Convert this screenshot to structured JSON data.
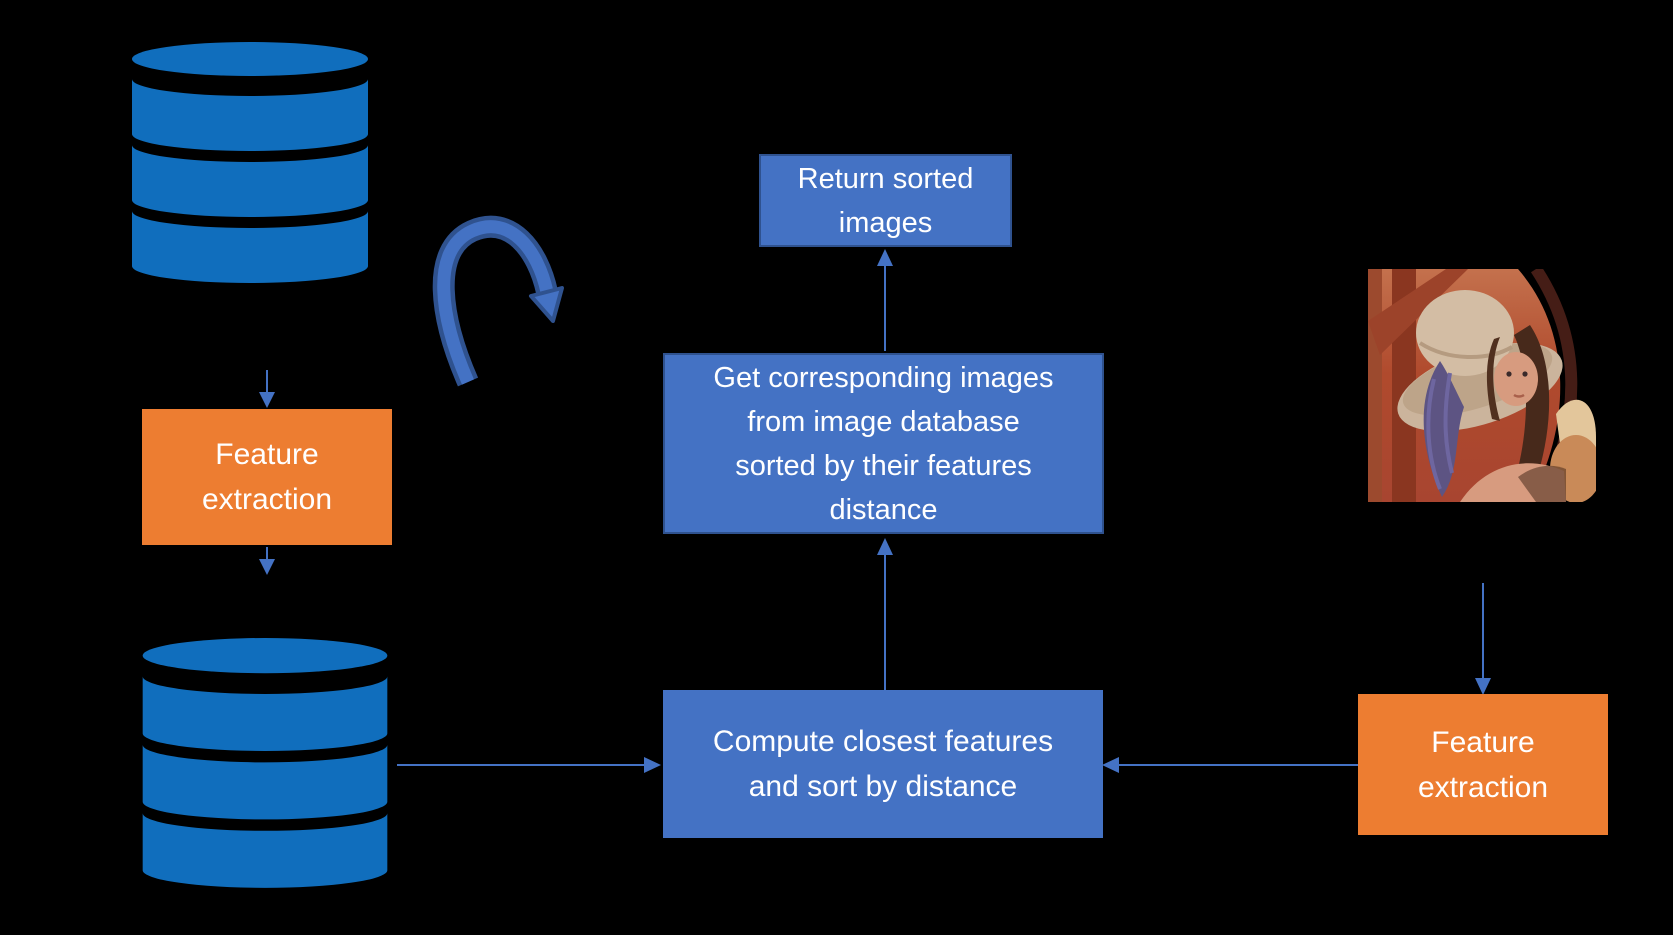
{
  "diagram": {
    "background_color": "#000000",
    "colors": {
      "process_box_fill": "#4472C4",
      "process_box_border": "#2F528F",
      "feature_box_fill": "#ED7D31",
      "database_icon_fill": "#106EBD",
      "connector": "#4472C4",
      "text": "#FFFFFF"
    },
    "nodes": {
      "image_database": {
        "icon": "database-icon"
      },
      "features_database": {
        "icon": "database-icon"
      },
      "feature_extraction_left": {
        "lines": [
          "Feature",
          "extraction"
        ]
      },
      "feature_extraction_right": {
        "lines": [
          "Feature",
          "extraction"
        ]
      },
      "return_sorted": {
        "lines": [
          "Return sorted",
          "images"
        ]
      },
      "get_corresponding": {
        "lines": [
          "Get corresponding images",
          "from image database",
          "sorted by their features",
          "distance"
        ]
      },
      "compute_closest": {
        "lines": [
          "Compute closest features",
          "and sort by distance"
        ]
      },
      "query_image": {
        "icon": "portrait-photo-lena"
      }
    }
  }
}
